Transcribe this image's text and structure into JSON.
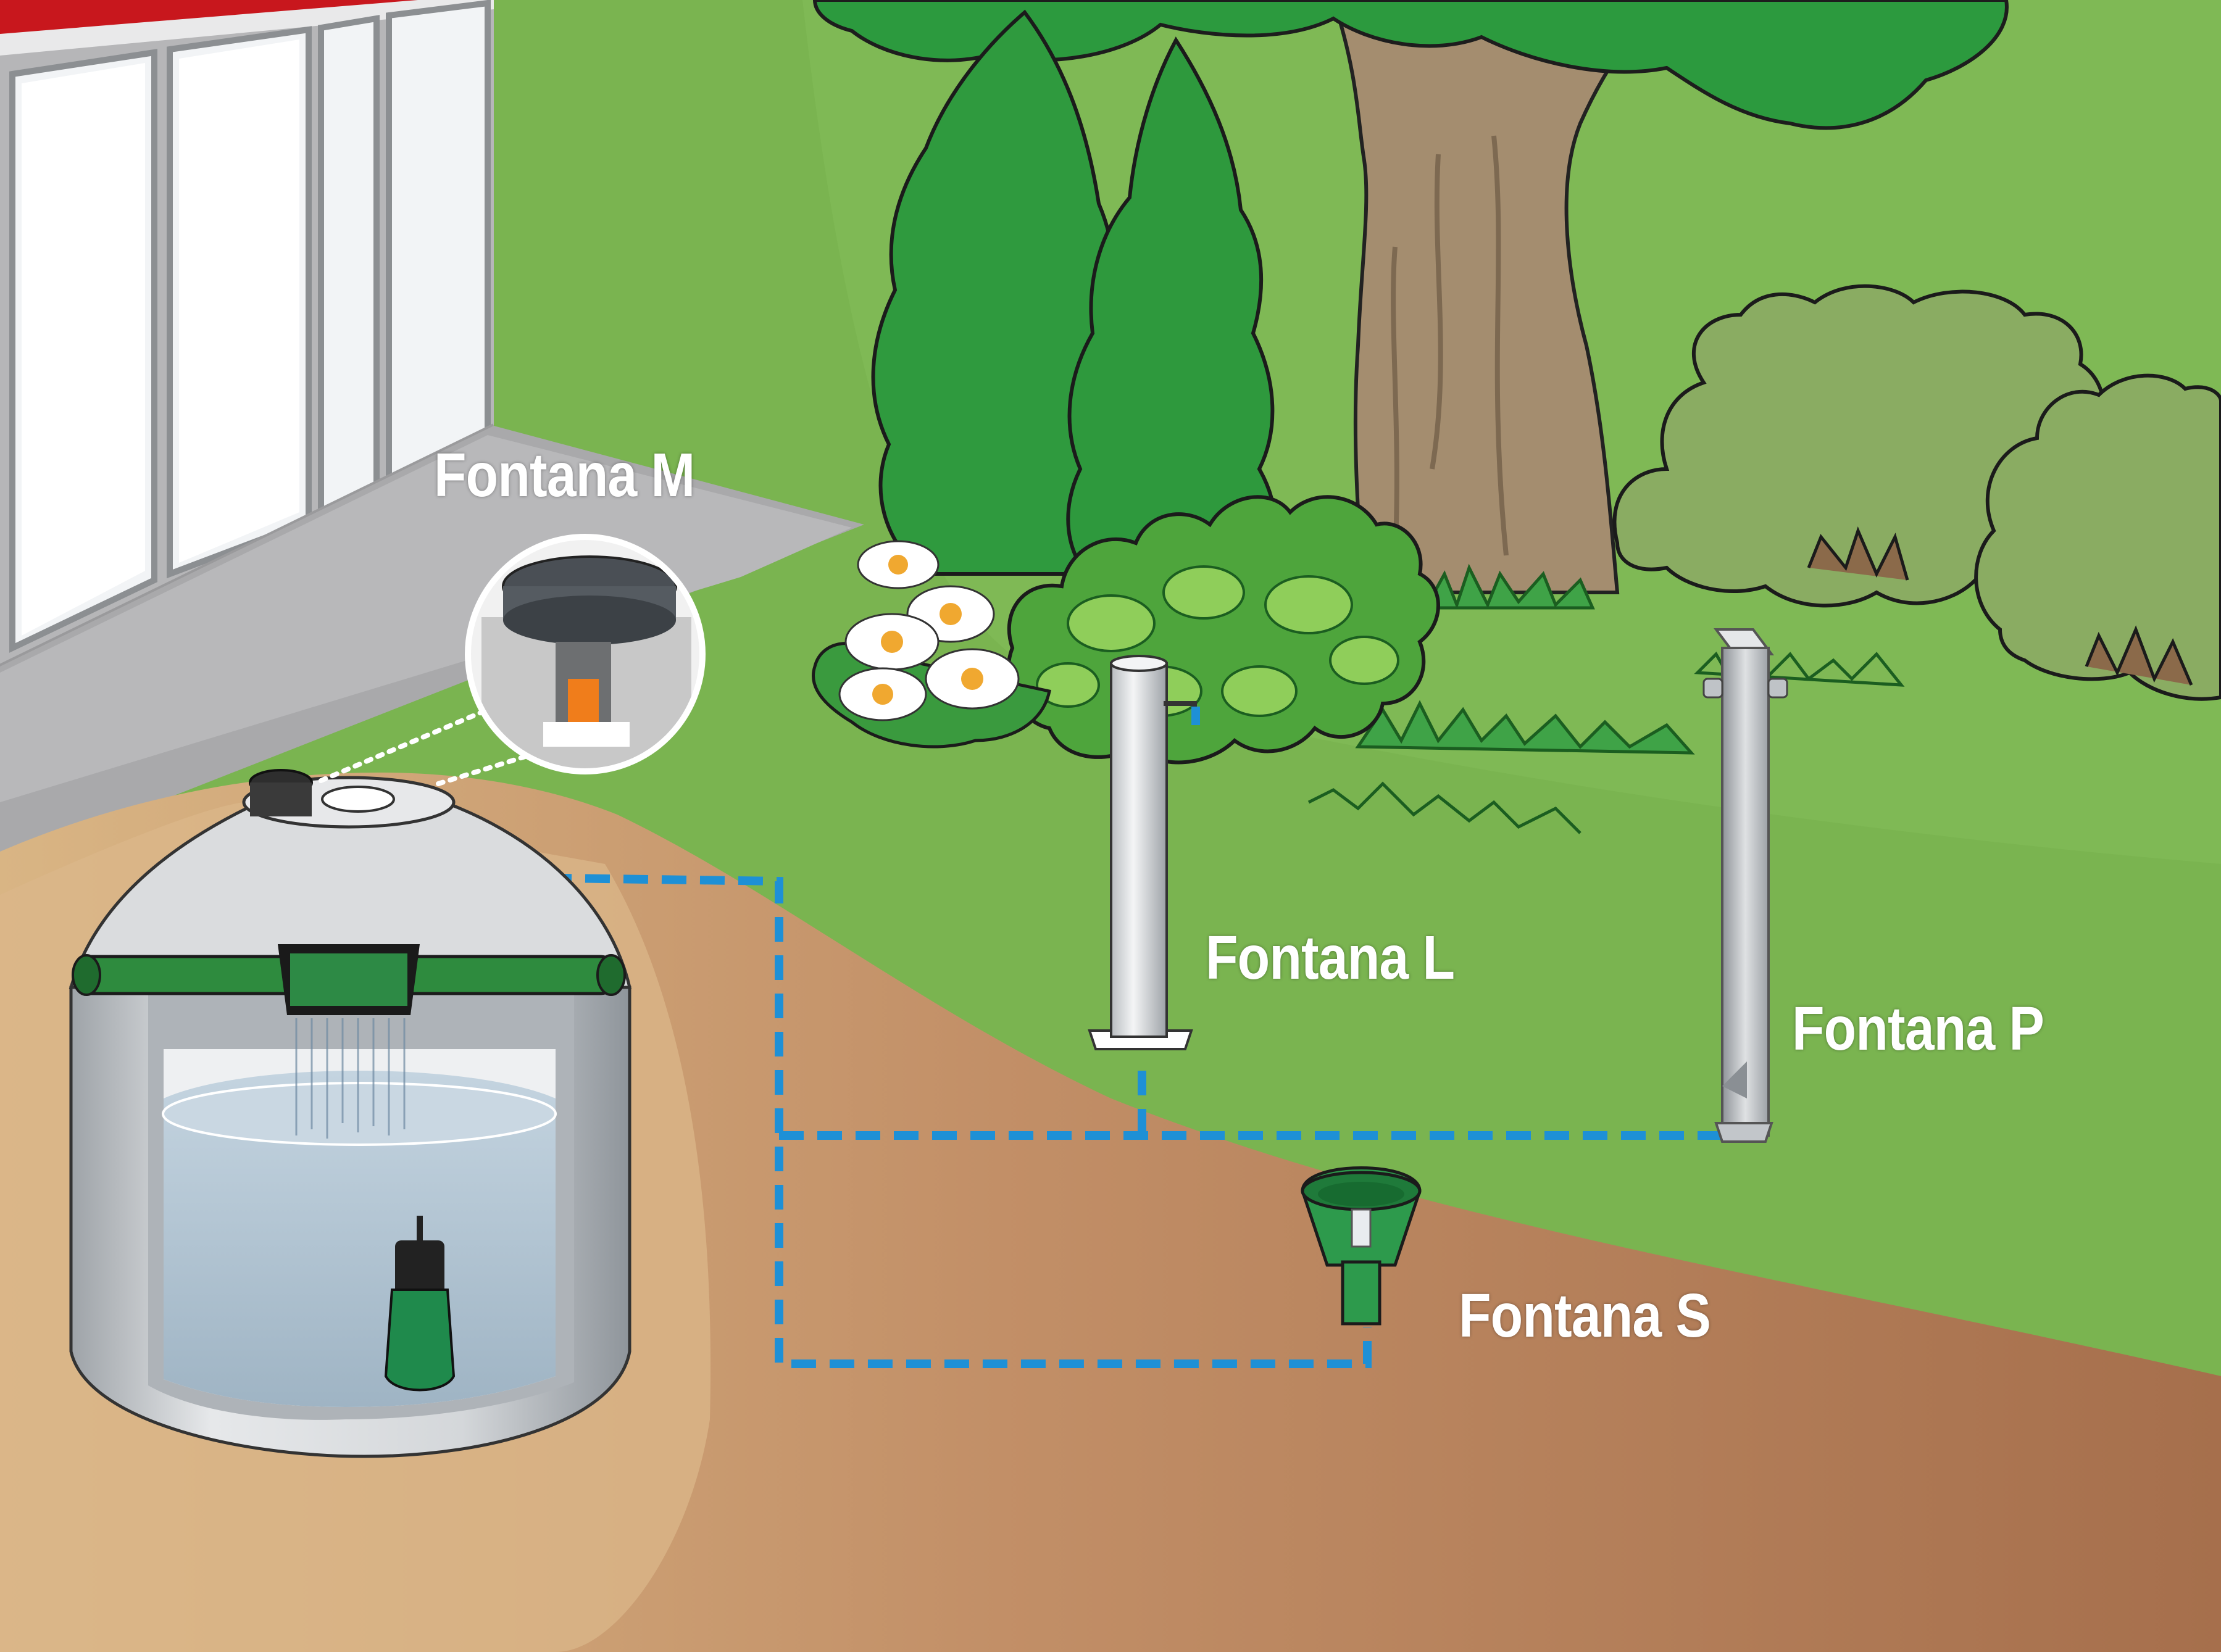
{
  "labels": {
    "fontana_m": "Fontana M",
    "fontana_l": "Fontana L",
    "fontana_p": "Fontana P",
    "fontana_s": "Fontana S"
  },
  "colors": {
    "grass": "#7ab450",
    "soil_light": "#d9b383",
    "soil_dark": "#a8704d",
    "pipe_dashed": "#1e90d6",
    "tank": "#d6d9dc",
    "water": "#b3c7d6",
    "pump_green": "#1f8a4c",
    "house_wall": "#b9b9bb",
    "roof": "#c8171d",
    "tree_dark": "#2f9a3e",
    "trunk": "#a08a6c",
    "bush": "#8bab62"
  }
}
